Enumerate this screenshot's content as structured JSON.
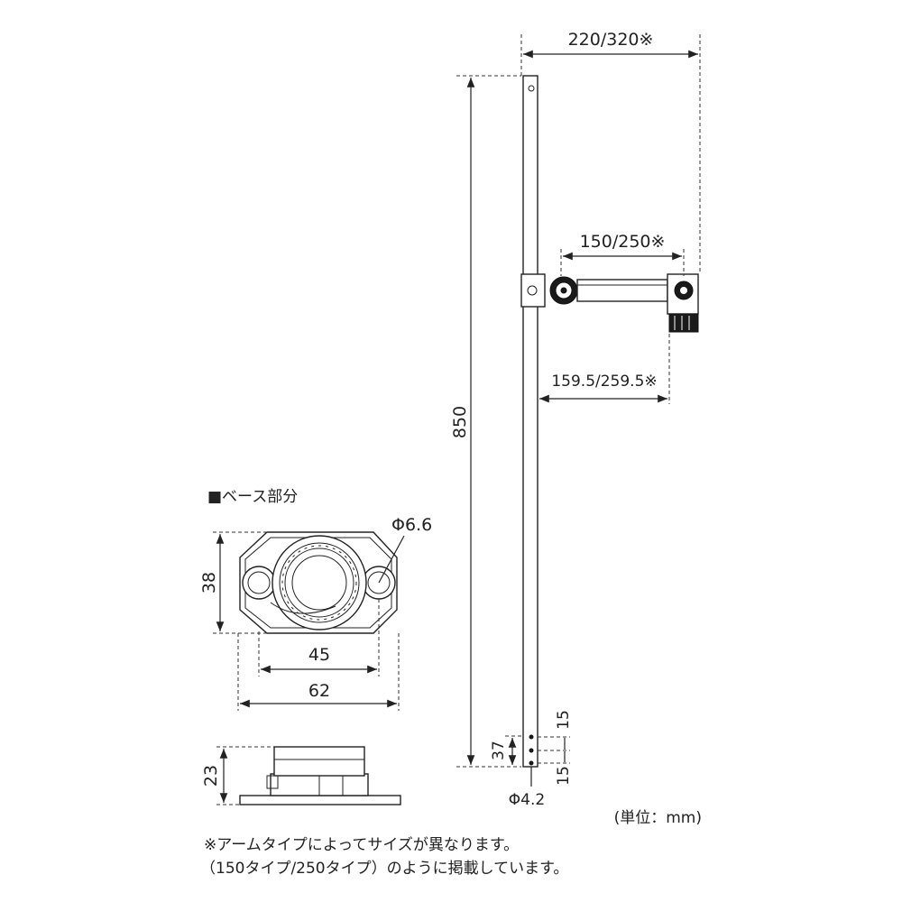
{
  "diagram": {
    "dims": {
      "total_width": "220/320※",
      "arm_length": "150/250※",
      "arm_offset": "159.5/259.5※",
      "height": "850",
      "base_height": "38",
      "hole_dia": "Φ6.6",
      "hole_pitch": "45",
      "base_width": "62",
      "base_thickness": "23",
      "bottom_span": "37",
      "bottom_pitch_top": "15",
      "bottom_pitch_bottom": "15",
      "pin_hole_dia": "Φ4.2"
    },
    "section_title": "■ベース部分",
    "unit": "(単位：mm)",
    "note_line1": "※アームタイプによってサイズが異なります。",
    "note_line2": "（150タイプ/250タイプ）のように掲載しています。"
  }
}
